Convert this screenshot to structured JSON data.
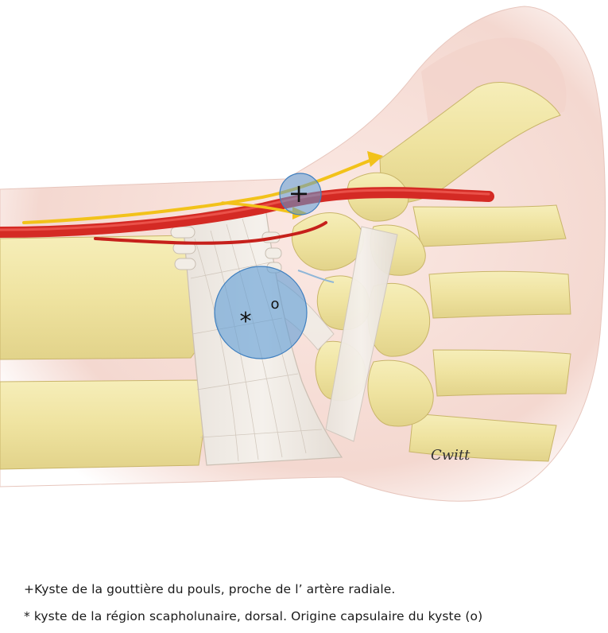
{
  "markers": {
    "plus": "+",
    "star": "*",
    "circle": "o"
  },
  "signature": "Cwitt",
  "captions": {
    "line1": "+Kyste de la gouttière du pouls, proche de l’ artère radiale.",
    "line2": "* kyste de la région scapholunaire, dorsal. Origine capsulaire du kyste (o)"
  },
  "colors": {
    "artery": "#d42a24",
    "nerve": "#f2c21a",
    "bone": "#f1e6a8",
    "skin": "#f6ddd6",
    "retinaculum": "#ece7e1",
    "cyst": "#5b9bd5"
  }
}
